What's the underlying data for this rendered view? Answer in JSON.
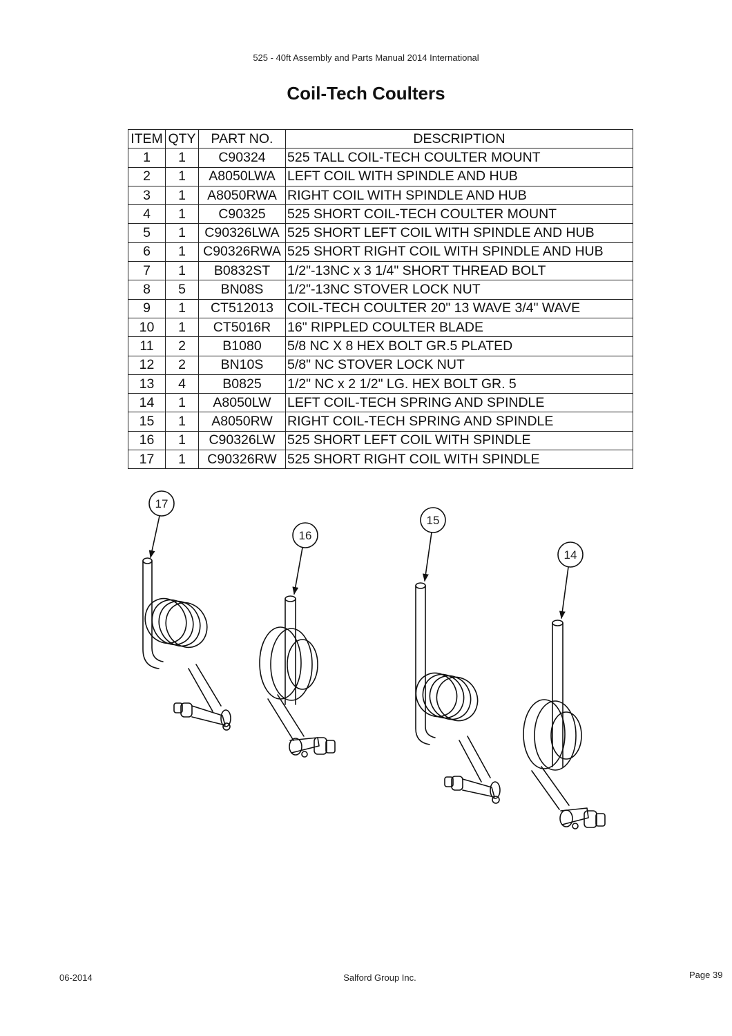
{
  "header": {
    "text": "525 - 40ft Assembly and Parts Manual 2014 International"
  },
  "title": "Coil-Tech Coulters",
  "table": {
    "headers": [
      "ITEM",
      "QTY",
      "PART NO.",
      "DESCRIPTION"
    ],
    "rows": [
      [
        "1",
        "1",
        "C90324",
        "525 TALL COIL-TECH COULTER MOUNT"
      ],
      [
        "2",
        "1",
        "A8050LWA",
        "LEFT COIL WITH SPINDLE AND HUB"
      ],
      [
        "3",
        "1",
        "A8050RWA",
        "RIGHT COIL WITH SPINDLE AND HUB"
      ],
      [
        "4",
        "1",
        "C90325",
        "525 SHORT COIL-TECH COULTER MOUNT"
      ],
      [
        "5",
        "1",
        "C90326LWA",
        "525 SHORT LEFT COIL WITH SPINDLE AND HUB"
      ],
      [
        "6",
        "1",
        "C90326RWA",
        "525 SHORT RIGHT COIL WITH SPINDLE AND HUB"
      ],
      [
        "7",
        "1",
        "B0832ST",
        "1/2\"-13NC x 3 1/4\"  SHORT THREAD BOLT"
      ],
      [
        "8",
        "5",
        "BN08S",
        "1/2\"-13NC STOVER LOCK NUT"
      ],
      [
        "9",
        "1",
        "CT512013",
        "COIL-TECH COULTER 20\" 13 WAVE 3/4\" WAVE"
      ],
      [
        "10",
        "1",
        "CT5016R",
        "16\" RIPPLED COULTER BLADE"
      ],
      [
        "11",
        "2",
        "B1080",
        "5/8 NC X 8 HEX BOLT GR.5 PLATED"
      ],
      [
        "12",
        "2",
        "BN10S",
        "5/8\" NC STOVER LOCK NUT"
      ],
      [
        "13",
        "4",
        "B0825",
        "1/2\" NC x 2 1/2\" LG. HEX BOLT GR. 5"
      ],
      [
        "14",
        "1",
        "A8050LW",
        "LEFT COIL-TECH SPRING AND SPINDLE"
      ],
      [
        "15",
        "1",
        "A8050RW",
        "RIGHT COIL-TECH SPRING AND SPINDLE"
      ],
      [
        "16",
        "1",
        "C90326LW",
        "525 SHORT LEFT COIL WITH SPINDLE"
      ],
      [
        "17",
        "1",
        "C90326RW",
        "525 SHORT RIGHT COIL WITH SPINDLE"
      ]
    ]
  },
  "balloons": {
    "b17": "17",
    "b16": "16",
    "b15": "15",
    "b14": "14"
  },
  "footer": {
    "date": "06-2014",
    "company": "Salford Group Inc.",
    "page": "Page 39"
  }
}
